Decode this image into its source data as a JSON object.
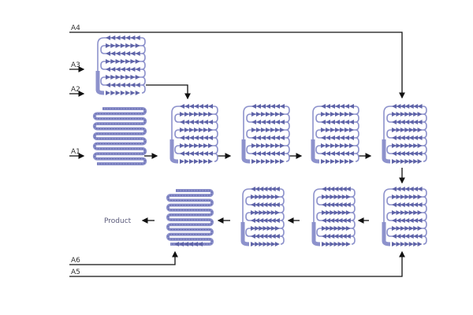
{
  "inputs": {
    "a1": "A1",
    "a2": "A2",
    "a3": "A3",
    "a4": "A4",
    "a5": "A5",
    "a6": "A6"
  },
  "output": {
    "product": "Product"
  },
  "colors": {
    "channel": "#8d92cc",
    "heart": "#5f64a8",
    "line": "#111111"
  }
}
